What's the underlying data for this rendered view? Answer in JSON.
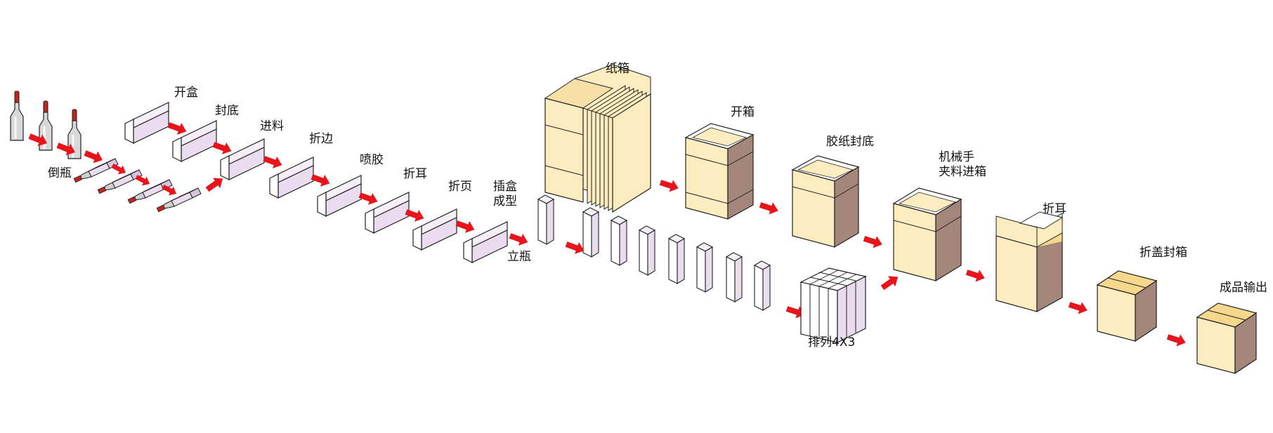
{
  "colors": {
    "box_light": "#fdecc0",
    "box_top": "#f5d88c",
    "box_dark": "#9a7b6a",
    "carton_side": "#a4877a",
    "small_box": "#e9dcef",
    "small_box_top": "#f6eff9",
    "bottle": "#d4d4d4",
    "cap": "#c0241f",
    "arrow": "#e8141b",
    "outline": "#222222"
  },
  "labels": {
    "invert_bottle": "倒瓶",
    "open_box": "开盒",
    "seal_bottom": "封底",
    "feed": "进料",
    "fold_edge": "折边",
    "glue_spray": "喷胶",
    "fold_ear": "折耳",
    "fold_page": "折页",
    "insert_form": "插盒\n成型",
    "upright_bottle": "立瓶",
    "carton_stack": "纸箱",
    "open_carton": "开箱",
    "tape_seal_bottom": "胶纸封底",
    "robot_pack": "机械手\n夹料进箱",
    "carton_fold_ear": "折耳",
    "fold_lid_seal": "折盖封箱",
    "output": "成品输出",
    "arrange": "排列4X3"
  }
}
